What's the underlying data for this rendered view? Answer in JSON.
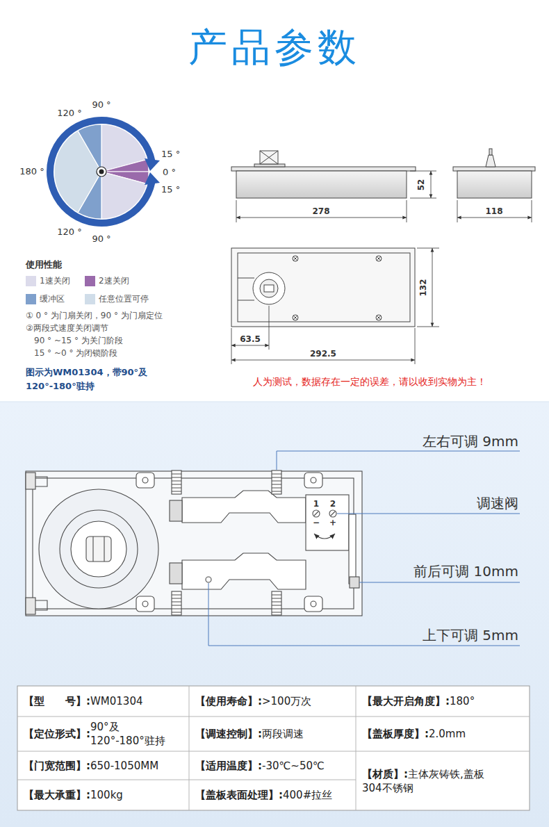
{
  "diagram": {
    "title": "产品参数",
    "labels": [
      "90 °",
      "120 °",
      "180 °",
      "15 °",
      "0 °",
      "15 °",
      "120 °",
      "90 °",
      "52",
      "278",
      "118",
      "132",
      "63.5",
      "292.5",
      "使用性能",
      "① 0 ° 为门扇关闭，90 ° 为门扇定位",
      "②两段式速度关闭调节",
      "90 ° ~15 ° 为关门阶段",
      "15 ° ~0 ° 为闭锁阶段",
      "图示为WM01304，带90°及120°-180°驻持",
      "人为测试，数据存在一定的误差，请以收到实物为主！",
      "左右可调 9mm",
      "1",
      "2",
      "−",
      "+",
      "调速阀",
      "前后可调 10mm",
      "上下可调 5mm",
      "【型　　号】:",
      "WM01304",
      "【使用寿命】:",
      ">100万次",
      "【最大开启角度】:",
      "180°",
      "【定位形式】:",
      "90°及 120°-180°驻持",
      "【调速控制】:",
      "两段调速",
      "【盖板厚度】:",
      "2.0mm",
      "【门宽范围】:",
      "650-1050MM",
      "【适用温度】:",
      "-30℃~50℃",
      "【材质】:",
      "主体灰铸铁,盖板304不锈钢",
      "【最大承重】:",
      "100kg",
      "【盖板表面处理】:",
      "400#拉丝"
    ],
    "legend": [
      {
        "text": "1速关闭",
        "color": "#dcdbeb"
      },
      {
        "text": "2速关闭",
        "color": "#9a6aab"
      },
      {
        "text": "缓冲区",
        "color": "#7fa0cc"
      },
      {
        "text": "任意位置可停",
        "color": "#d0dde9"
      }
    ]
  }
}
